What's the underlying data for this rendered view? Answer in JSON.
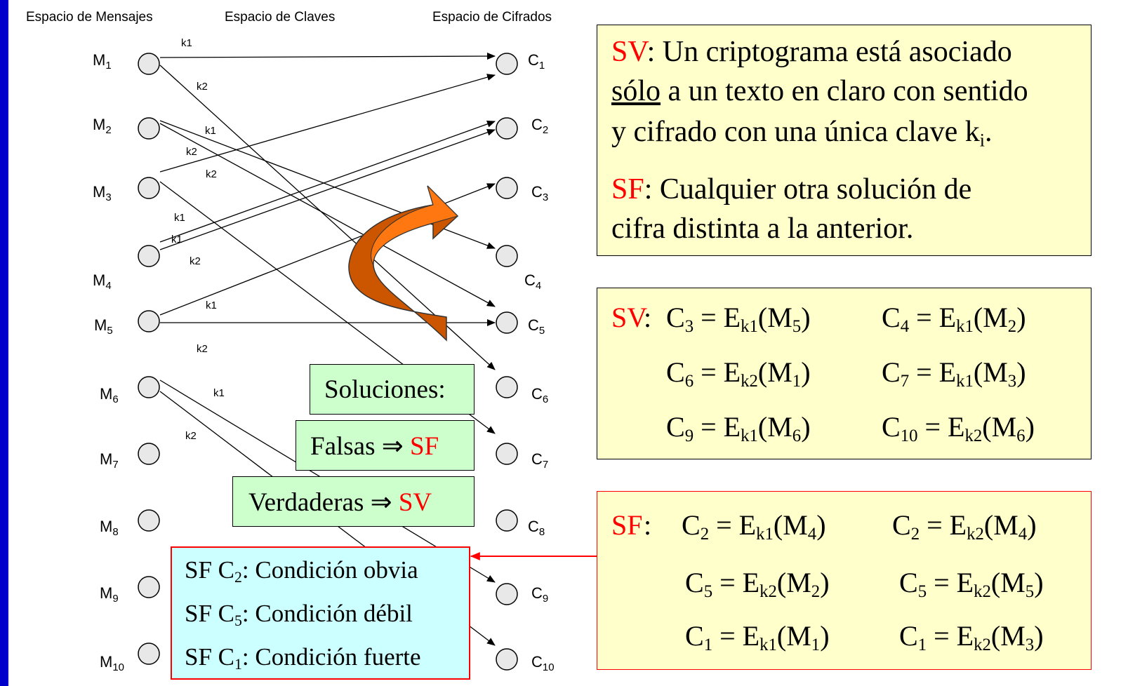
{
  "headers": {
    "mensajes": "Espacio de Mensajes",
    "claves": "Espacio de Claves",
    "cifrados": "Espacio de Cifrados"
  },
  "messages": [
    "M1",
    "M2",
    "M3",
    "M4",
    "M5",
    "M6",
    "M7",
    "M8",
    "M9",
    "M10"
  ],
  "ciphers": [
    "C1",
    "C2",
    "C3",
    "C4",
    "C5",
    "C6",
    "C7",
    "C8",
    "C9",
    "C10"
  ],
  "key_labels": {
    "k1": "k1",
    "k2": "k2"
  },
  "colors": {
    "border": "#0000cc",
    "red": "#ff0000",
    "yellow": "#ffffcc",
    "green": "#ccffcc",
    "cyan": "#ccffff",
    "arrow": "#cc5500"
  },
  "sv_def": {
    "abbr": "SV",
    "line1": ":  Un criptograma está asociado",
    "line2_u": "sólo",
    "line2": " a un texto en claro con sentido",
    "line3": "y cifrado con una única clave k",
    "line3_sub": "i",
    "line3_end": "."
  },
  "sf_def": {
    "abbr": "SF",
    "line1": ":  Cualquier otra solución de",
    "line2": "cifra distinta a la anterior."
  },
  "sv_eq": {
    "abbr": "SV",
    "rows": [
      [
        {
          "c": "C",
          "cs": "3",
          "k": "k1",
          "m": "M",
          "ms": "5"
        },
        {
          "c": "C",
          "cs": "4",
          "k": "k1",
          "m": "M",
          "ms": "2"
        }
      ],
      [
        {
          "c": "C",
          "cs": "6",
          "k": "k2",
          "m": "M",
          "ms": "1"
        },
        {
          "c": "C",
          "cs": "7",
          "k": "k1",
          "m": "M",
          "ms": "3"
        }
      ],
      [
        {
          "c": "C",
          "cs": "9",
          "k": "k1",
          "m": "M",
          "ms": "6"
        },
        {
          "c": "C",
          "cs": "10",
          "k": "k2",
          "m": "M",
          "ms": "6"
        }
      ]
    ]
  },
  "sf_eq": {
    "abbr": "SF",
    "rows": [
      [
        {
          "c": "C",
          "cs": "2",
          "k": "k1",
          "m": "M",
          "ms": "4"
        },
        {
          "c": "C",
          "cs": "2",
          "k": "k2",
          "m": "M",
          "ms": "4"
        }
      ],
      [
        {
          "c": "C",
          "cs": "5",
          "k": "k2",
          "m": "M",
          "ms": "2"
        },
        {
          "c": "C",
          "cs": "5",
          "k": "k2",
          "m": "M",
          "ms": "5"
        }
      ],
      [
        {
          "c": "C",
          "cs": "1",
          "k": "k1",
          "m": "M",
          "ms": "1"
        },
        {
          "c": "C",
          "cs": "1",
          "k": "k2",
          "m": "M",
          "ms": "3"
        }
      ]
    ]
  },
  "soluciones": {
    "title": "Soluciones:",
    "falsas": "Falsas ⇒ ",
    "falsas_abbr": "SF",
    "verdaderas": "Verdaderas ⇒ ",
    "verdaderas_abbr": "SV"
  },
  "sf_conditions": [
    {
      "pre": "SF C",
      "sub": "2",
      "text": ": Condición obvia"
    },
    {
      "pre": "SF C",
      "sub": "5",
      "text": ": Condición débil"
    },
    {
      "pre": "SF C",
      "sub": "1",
      "text": ": Condición  fuerte"
    }
  ]
}
